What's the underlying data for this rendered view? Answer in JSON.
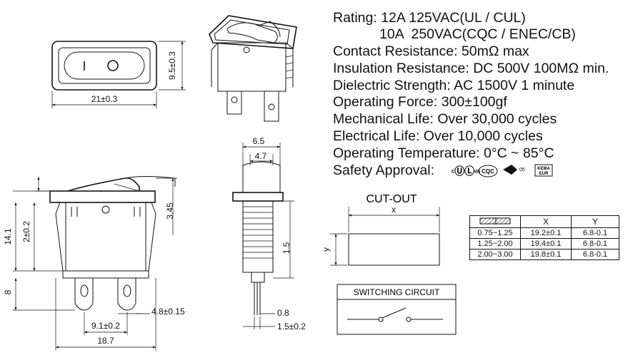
{
  "specs": [
    "Rating: 12A 125VAC(UL / CUL)",
    "            10A  250VAC(CQC / ENEC/CB)",
    "Contact Resistance: 50mΩ max",
    "Insulation Resistance: DC 500V 100MΩ min.",
    "Dielectric Strength: AC 1500V 1 minute",
    "Operating Force: 300±100gf",
    "Mechanical Life: Over 30,000 cycles",
    "Electrical Life: Over 10,000 cycles",
    "Operating Temperature: 0°C ~ 85°C",
    "Safety Approval:"
  ],
  "approval_marks": {
    "ul": "c UL us",
    "cqc": "CQC",
    "enec": "05",
    "kema": "KEMA EUR"
  },
  "top_view": {
    "width_dim": "21±0.3",
    "height_dim": "9.5±0.3"
  },
  "front_view": {
    "height_total": "14.1",
    "height_body": "2±0.2",
    "rocker_height": "3.45",
    "terminal_height": "8",
    "terminal_pitch": "9.1±0.2",
    "terminal_width": "4.8±0.15",
    "overall_width": "18.7"
  },
  "side_view": {
    "top_width": "6.5",
    "inner_width": "4.7",
    "panel_dim": "1.5",
    "terminal_thickness": "0.8",
    "terminal_gap": "1.5±0.2"
  },
  "cutout": {
    "title": "CUT-OUT",
    "x_label": "x",
    "y_label": "y",
    "table": {
      "headers": [
        "",
        "X",
        "Y"
      ],
      "rows": [
        [
          "0.75~1.25",
          "19.2±0.1",
          "6.8-0.1"
        ],
        [
          "1.25~2.00",
          "19.4±0.1",
          "6.8-0.1"
        ],
        [
          "2.00~3.00",
          "19.8±0.1",
          "6.8-0.1"
        ]
      ]
    }
  },
  "switching_circuit": {
    "title": "SWITCHING CIRCUIT"
  }
}
